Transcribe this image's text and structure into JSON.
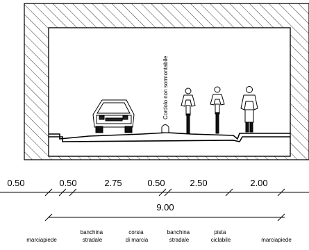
{
  "vertical_label": "Cordolo non sormontabile",
  "dimensions": {
    "widths": [
      "0.50",
      "0.50",
      "2.75",
      "0.50",
      "2.50",
      "2.00"
    ],
    "total": "9.00"
  },
  "lanes": [
    {
      "lines": [
        "",
        "marciapiede"
      ]
    },
    {
      "lines": [
        "banchina",
        "stradale"
      ]
    },
    {
      "lines": [
        "corsia",
        "di marcia"
      ]
    },
    {
      "lines": [
        "banchina",
        "stradale"
      ]
    },
    {
      "lines": [
        "pista",
        "ciclabile"
      ]
    },
    {
      "lines": [
        "",
        "marciapiede"
      ]
    }
  ]
}
